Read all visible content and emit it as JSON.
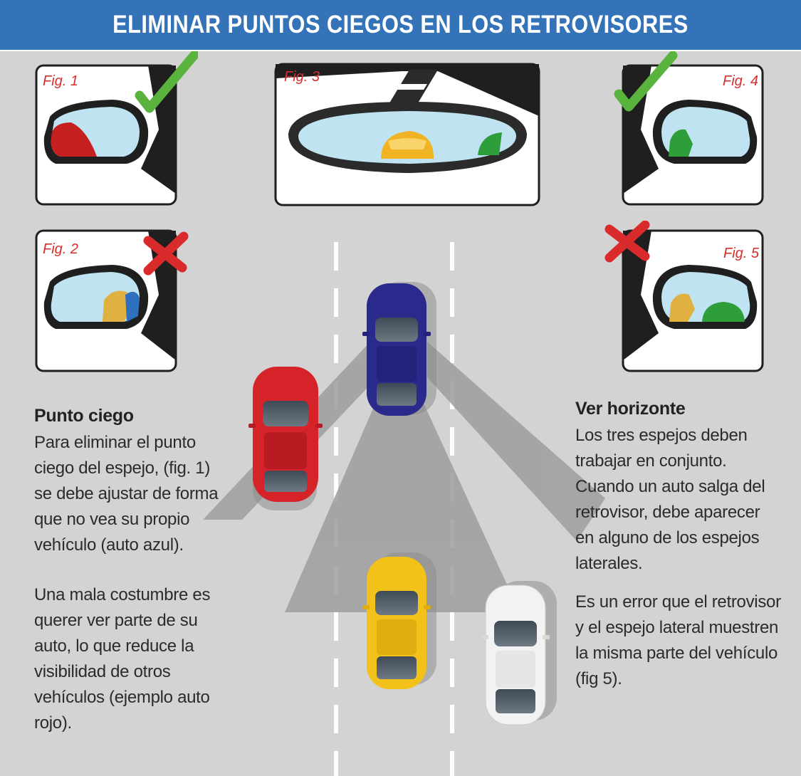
{
  "header": {
    "title": "ELIMINAR PUNTOS CIEGOS EN LOS RETROVISORES",
    "color": "#3573b9"
  },
  "figures": {
    "fig1": {
      "label": "Fig. 1",
      "status": "correct",
      "icon": "check-icon",
      "car_color": "red"
    },
    "fig2": {
      "label": "Fig. 2",
      "status": "wrong",
      "icon": "cross-icon",
      "car_color": "blue"
    },
    "fig3": {
      "label": "Fig. 3",
      "status": "neutral",
      "car_color": "yellow"
    },
    "fig4": {
      "label": "Fig. 4",
      "status": "correct",
      "icon": "check-icon",
      "car_color": "green"
    },
    "fig5": {
      "label": "Fig. 5",
      "status": "wrong",
      "icon": "cross-icon",
      "car_color": "green"
    }
  },
  "left_text": {
    "heading": "Punto ciego",
    "paragraph1": "Para eliminar el punto ciego del espejo, (fig. 1) se debe ajustar de forma que no vea su propio vehículo (auto azul).",
    "paragraph2": "Una mala costumbre es querer ver parte de su auto, lo que reduce la visibilidad de otros vehículos (ejemplo auto rojo)."
  },
  "right_text": {
    "heading": "Ver horizonte",
    "paragraph1": "Los tres espejos deben trabajar en conjunto. Cuando un auto salga del retrovisor, debe aparecer en alguno de los espejos laterales.",
    "paragraph2": "Es un error que el retrovisor y el espejo lateral muestren la misma parte del vehículo (fig 5)."
  },
  "colors": {
    "check": "#59b33c",
    "cross": "#d92b2b",
    "red_car": "#d6232a",
    "blue_car": "#2a2a8c",
    "yellow_car": "#f2c21b",
    "white_car": "#f2f2f2",
    "green_car": "#2e9e3a",
    "figure_label": "#d32f2f"
  }
}
